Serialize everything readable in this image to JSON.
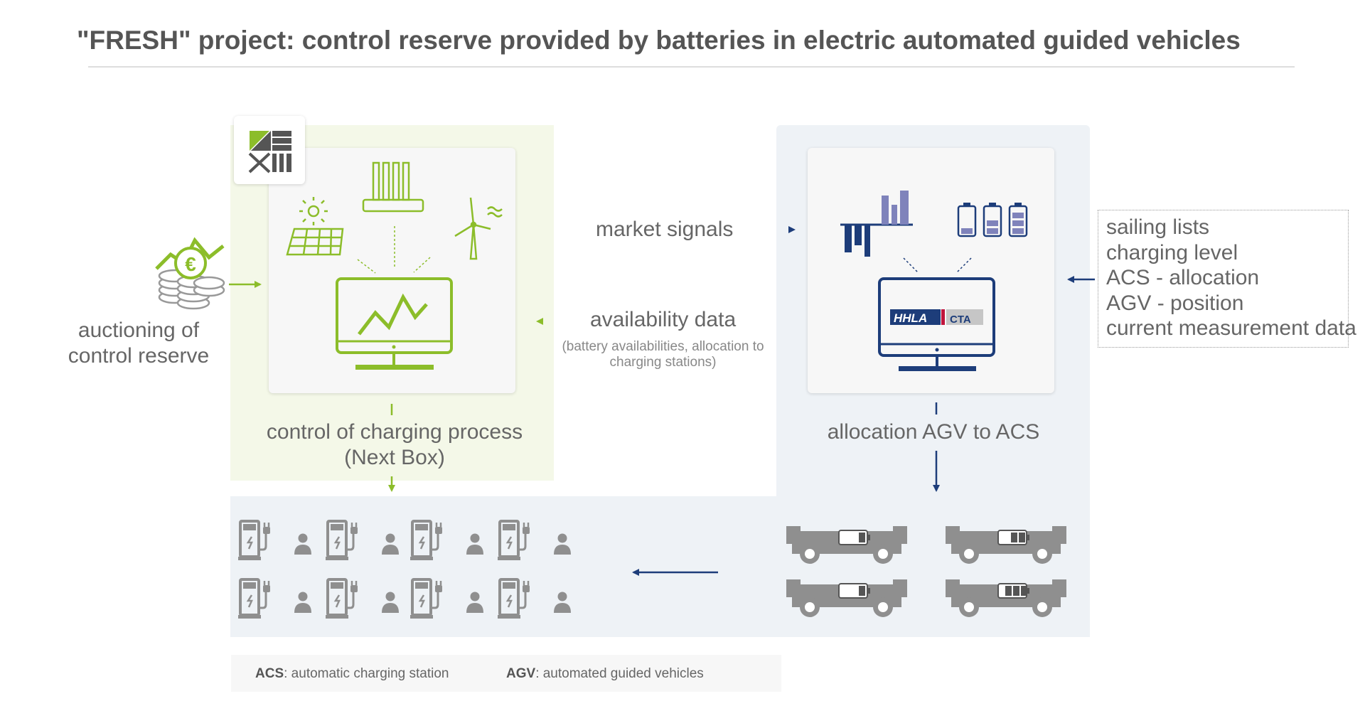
{
  "title": "\"FRESH\" project: control reserve provided by batteries in electric automated guided vehicles",
  "labels": {
    "auctioning": [
      "auctioning of",
      "control reserve"
    ],
    "control": [
      "control of charging process",
      "(Next Box)"
    ],
    "allocation": "allocation AGV to ACS",
    "market_signals": "market signals",
    "availability_data": "availability data",
    "availability_note": "(battery availabilities, allocation to charging stations)"
  },
  "data_inputs": [
    "sailing lists",
    "charging level",
    "ACS - allocation",
    "AGV - position",
    "current measurement data"
  ],
  "logos": {
    "hhla": "HHLA",
    "cta": "CTA"
  },
  "currency_symbol": "€",
  "legend": {
    "acs_abbr": "ACS",
    "acs_desc": ": automatic charging station",
    "agv_abbr": "AGV",
    "agv_desc": ": automated guided vehicles"
  },
  "colors": {
    "green": "#8cbd2a",
    "navy": "#1d3d7a",
    "gray": "#8f8f8f",
    "lavender": "#7f83bb",
    "cta_red": "#c0143c"
  },
  "icons": [
    "euro-coins-icon",
    "solar-panel-icon",
    "power-plant-icon",
    "wind-turbine-icon",
    "monitor-chart-icon",
    "bar-chart-icon",
    "battery-levels-icon",
    "monitor-hhla-cta-icon",
    "charging-station-icon",
    "person-icon",
    "agv-vehicle-icon"
  ]
}
